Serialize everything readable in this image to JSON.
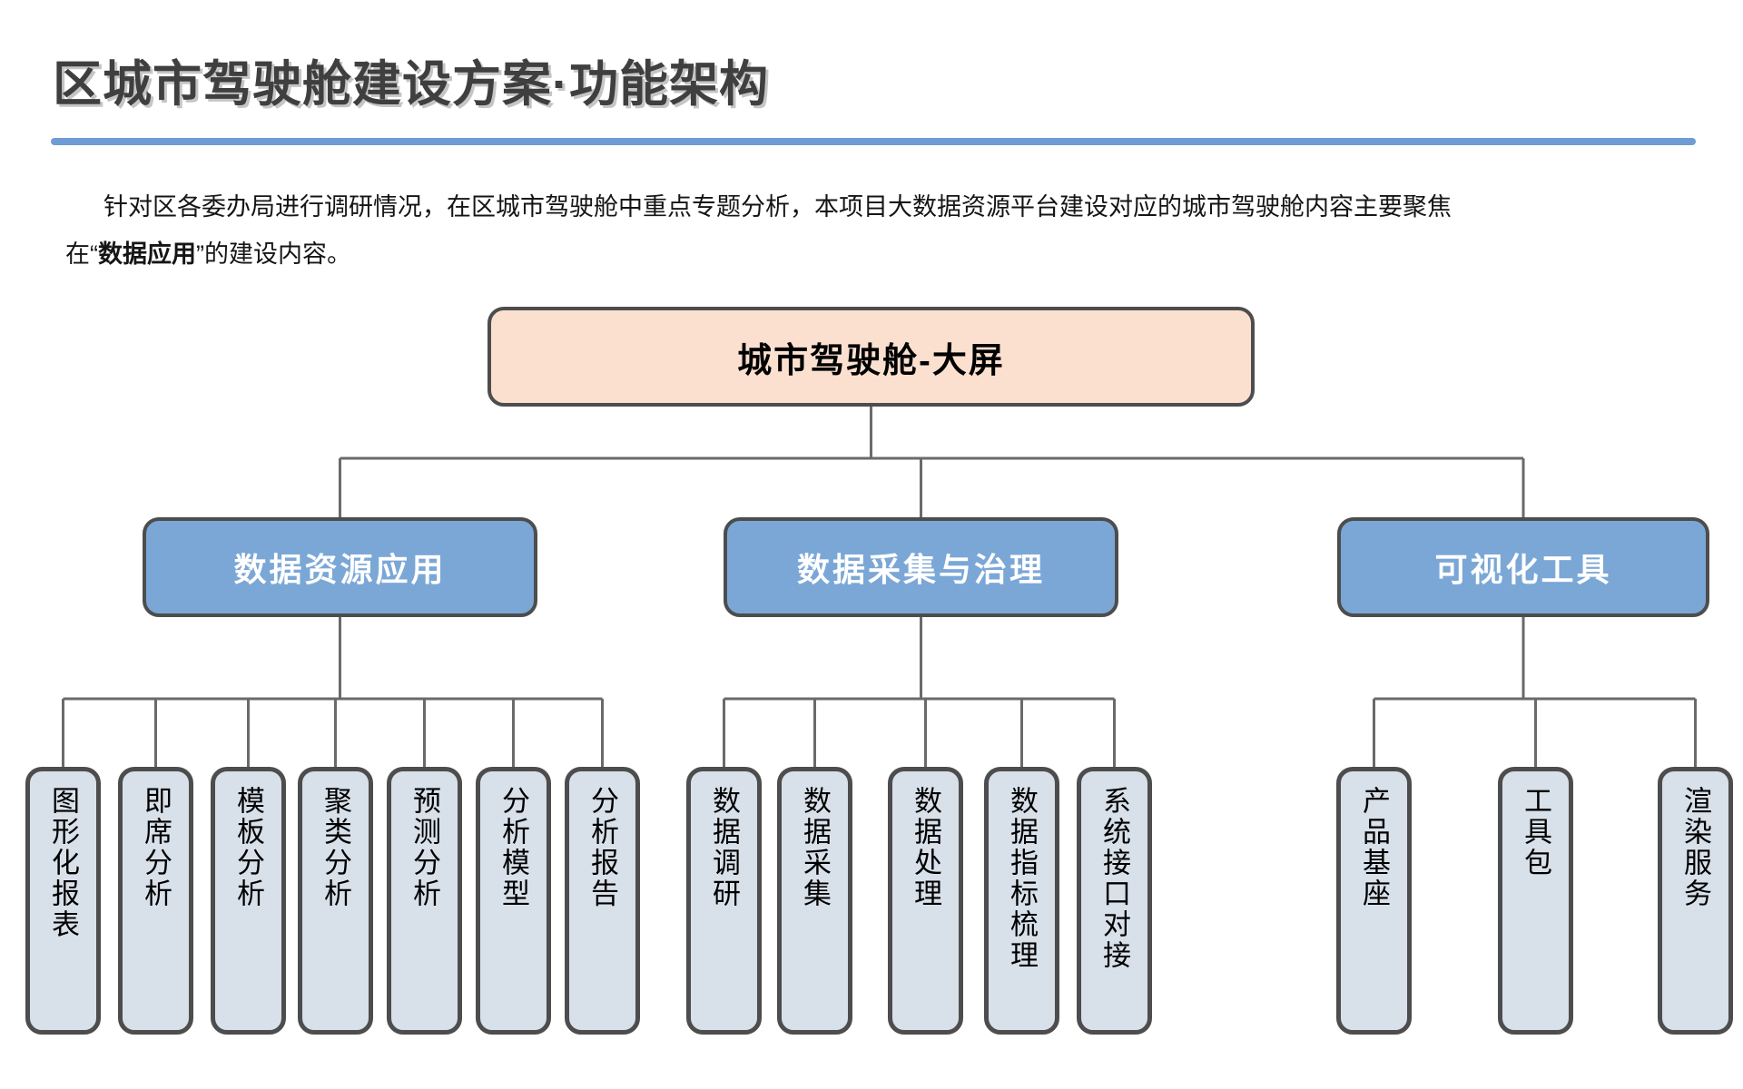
{
  "header": {
    "title": "区城市驾驶舱建设方案·功能架构",
    "rule_color": "#6f9cd4"
  },
  "intro": {
    "line1": "针对区各委办局进行调研情况，在区城市驾驶舱中重点专题分析，本项目大数据资源平台建设对应的城市驾驶舱内容主要聚焦",
    "line2_prefix": "在“",
    "line2_bold": "数据应用",
    "line2_suffix": "”的建设内容。"
  },
  "colors": {
    "root_fill": "#fbe0d0",
    "level2_fill": "#7ba7d7",
    "leaf_fill": "#d8e0ea",
    "border": "#4d4d4d",
    "connector": "#6a6a6a",
    "title_text": "#3f3f3f",
    "level2_text": "#ffffff"
  },
  "diagram": {
    "root": {
      "label": "城市驾驶舱-大屏"
    },
    "branches": [
      {
        "label": "数据资源应用",
        "leaves": [
          {
            "label": "图形化报表"
          },
          {
            "label": "即席分析"
          },
          {
            "label": "模板分析"
          },
          {
            "label": "聚类分析"
          },
          {
            "label": "预测分析"
          },
          {
            "label": "分析模型"
          },
          {
            "label": "分析报告"
          }
        ]
      },
      {
        "label": "数据采集与治理",
        "leaves": [
          {
            "label": "数据调研"
          },
          {
            "label": "数据采集"
          },
          {
            "label": "数据处理"
          },
          {
            "label": "数据指标梳理"
          },
          {
            "label": "系统接口对接"
          }
        ]
      },
      {
        "label": "可视化工具",
        "leaves": [
          {
            "label": "产品基座"
          },
          {
            "label": "工具包"
          },
          {
            "label": "渲染服务"
          }
        ]
      }
    ]
  }
}
